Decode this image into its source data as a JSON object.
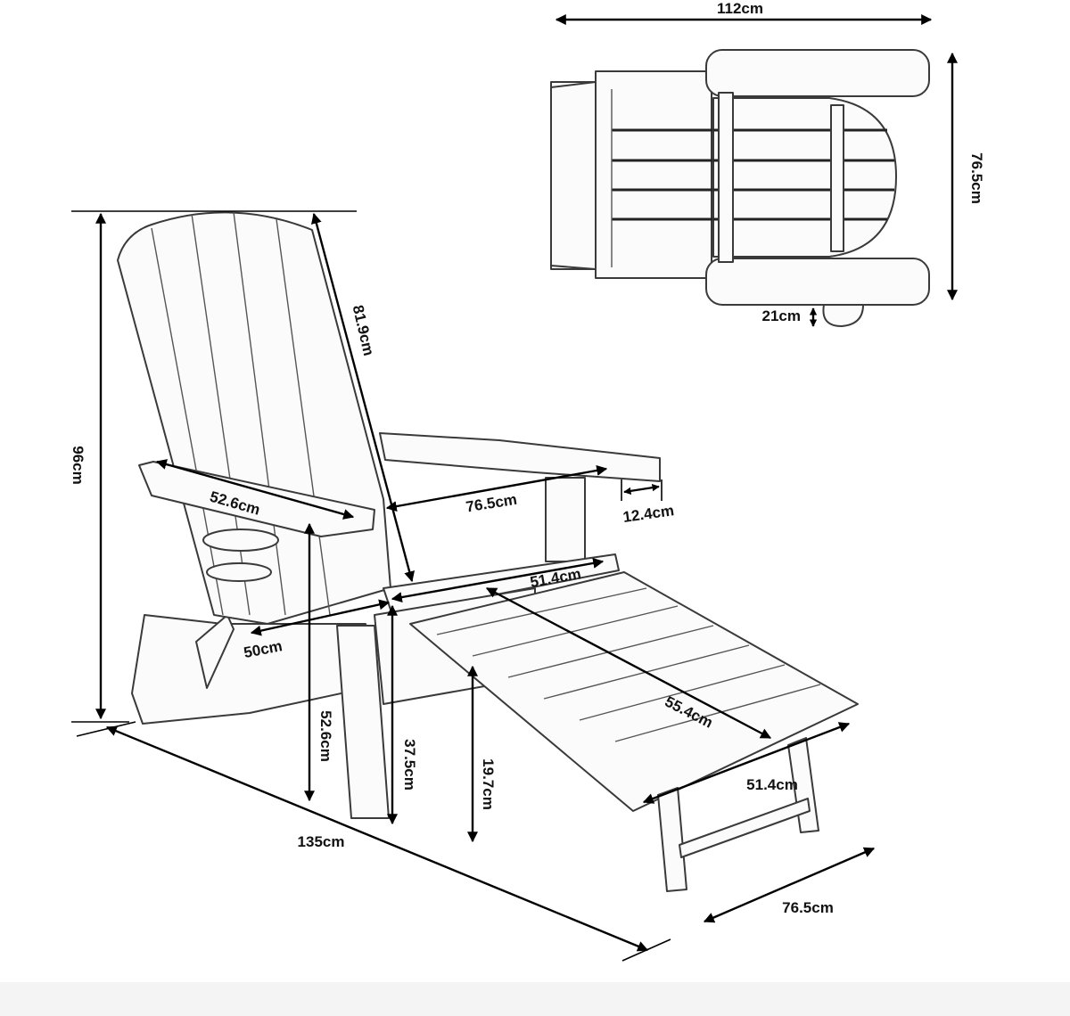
{
  "top_view": {
    "width_label": "112cm",
    "depth_label": "76.5cm",
    "armrest_gap_label": "21cm"
  },
  "side_view": {
    "height_label": "96cm",
    "back_length_label": "81.9cm",
    "armrest_length_label": "52.6cm",
    "seat_width_label": "76.5cm",
    "armrest_width_label": "12.4cm",
    "footrest_width_top_label": "51.4cm",
    "seat_depth_label": "50cm",
    "footrest_length_label": "55.4cm",
    "footrest_width_bottom_label": "51.4cm",
    "arm_height_label": "52.6cm",
    "seat_height_label": "37.5cm",
    "footrest_height_label": "19.7cm",
    "total_length_label": "135cm",
    "base_width_label": "76.5cm"
  }
}
